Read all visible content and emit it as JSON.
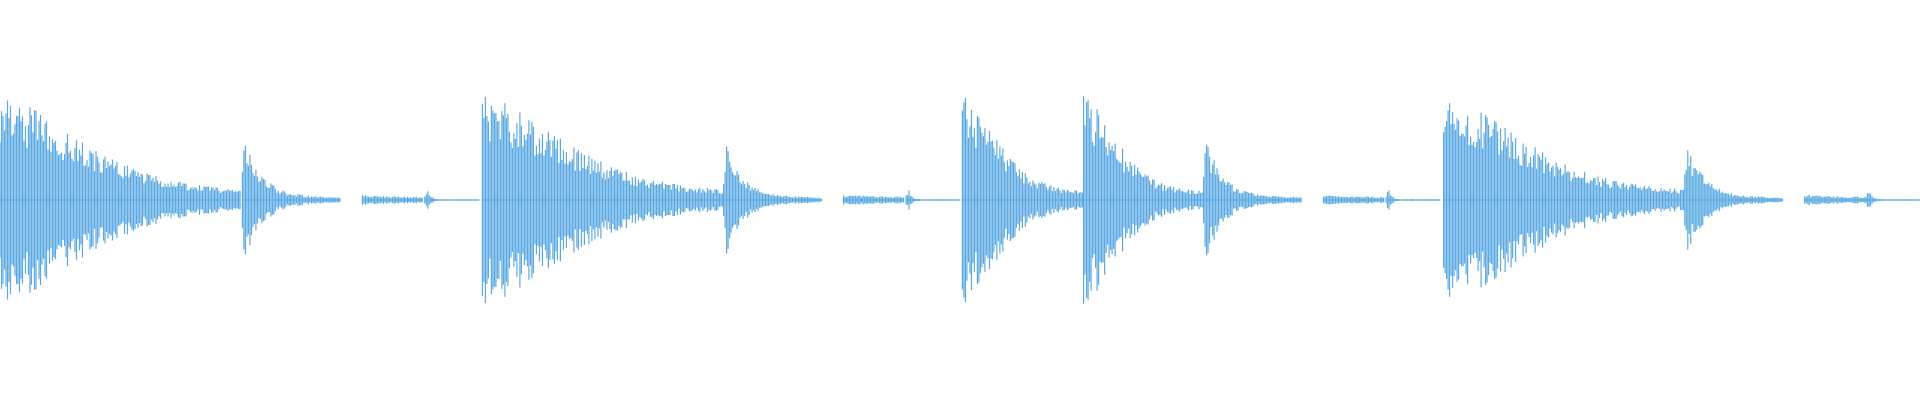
{
  "waveform": {
    "color": "#5daae2",
    "background": "#ffffff",
    "amplitude_range": [
      -1,
      1
    ],
    "duration_beats": 16,
    "events": [
      {
        "start": 0.0,
        "peak": 1.0,
        "decay": 0.9,
        "length": 2.0,
        "kind": "kick"
      },
      {
        "start": 2.02,
        "peak": 0.68,
        "decay": 0.18,
        "length": 0.82,
        "kind": "snare"
      },
      {
        "start": 3.02,
        "peak": 0.05,
        "decay": 3.0,
        "length": 0.5,
        "kind": "tail"
      },
      {
        "start": 3.54,
        "peak": 0.12,
        "decay": 0.05,
        "length": 0.45,
        "kind": "hat"
      },
      {
        "start": 4.02,
        "peak": 1.0,
        "decay": 0.9,
        "length": 2.0,
        "kind": "kick"
      },
      {
        "start": 6.03,
        "peak": 0.62,
        "decay": 0.18,
        "length": 0.82,
        "kind": "snare"
      },
      {
        "start": 7.03,
        "peak": 0.05,
        "decay": 3.0,
        "length": 0.5,
        "kind": "tail"
      },
      {
        "start": 7.55,
        "peak": 0.12,
        "decay": 0.05,
        "length": 0.45,
        "kind": "hat"
      },
      {
        "start": 8.02,
        "peak": 1.0,
        "decay": 0.8,
        "length": 1.0,
        "kind": "kick"
      },
      {
        "start": 9.03,
        "peak": 1.0,
        "decay": 0.75,
        "length": 1.0,
        "kind": "kick"
      },
      {
        "start": 10.03,
        "peak": 0.68,
        "decay": 0.18,
        "length": 0.82,
        "kind": "snare"
      },
      {
        "start": 11.03,
        "peak": 0.05,
        "decay": 3.0,
        "length": 0.5,
        "kind": "tail"
      },
      {
        "start": 11.55,
        "peak": 0.12,
        "decay": 0.05,
        "length": 0.45,
        "kind": "hat"
      },
      {
        "start": 12.03,
        "peak": 1.0,
        "decay": 0.9,
        "length": 2.0,
        "kind": "kick"
      },
      {
        "start": 14.04,
        "peak": 0.62,
        "decay": 0.18,
        "length": 0.82,
        "kind": "snare"
      },
      {
        "start": 15.04,
        "peak": 0.05,
        "decay": 3.0,
        "length": 0.5,
        "kind": "tail"
      },
      {
        "start": 15.55,
        "peak": 0.12,
        "decay": 0.05,
        "length": 0.45,
        "kind": "hat"
      }
    ]
  }
}
